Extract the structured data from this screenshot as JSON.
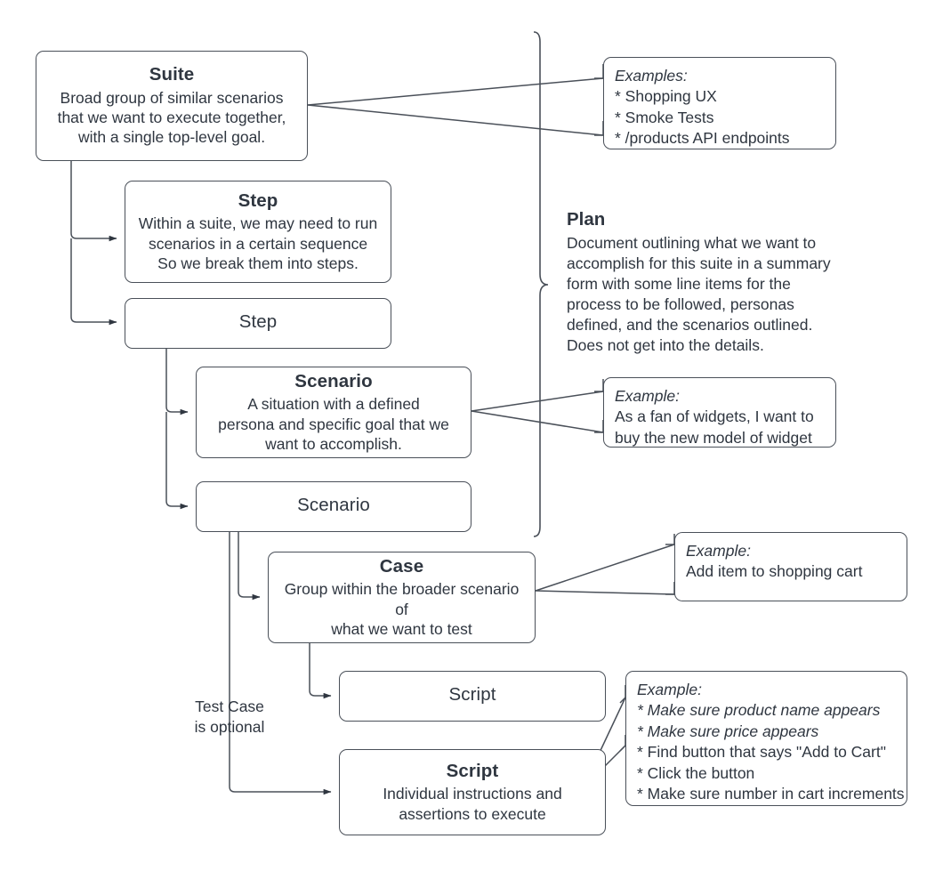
{
  "diagram": {
    "title": "Test Hierarchy: Suite, Step, Scenario, Case, Script",
    "stroke_color": "#4a5059",
    "text_color": "#2f3640",
    "background": "#ffffff"
  },
  "nodes": {
    "suite": {
      "title": "Suite",
      "body_lines": [
        "Broad group of similar scenarios",
        "that we want to execute together,",
        "with a single top-level goal."
      ]
    },
    "step1": {
      "title": "Step",
      "body_lines": [
        "Within a suite, we may need to run",
        "scenarios in a certain sequence",
        "So we break them into steps."
      ]
    },
    "step2": {
      "title": "Step",
      "body_lines": []
    },
    "scenario1": {
      "title": "Scenario",
      "body_lines": [
        "A situation with a defined",
        "persona and specific goal that we",
        "want to accomplish."
      ]
    },
    "scenario2": {
      "title": "Scenario",
      "body_lines": []
    },
    "case": {
      "title": "Case",
      "body_lines": [
        "Group within the broader scenario of",
        "what we want to test"
      ]
    },
    "script1": {
      "title": "Script",
      "body_lines": []
    },
    "script2": {
      "title": "Script",
      "body_lines": [
        "Individual instructions and",
        "assertions to execute"
      ]
    }
  },
  "callouts": {
    "suite_examples": {
      "lead": "Examples:",
      "items": [
        {
          "text": "* Shopping UX",
          "italic": false
        },
        {
          "text": "* Smoke Tests",
          "italic": false
        },
        {
          "text": "* /products API endpoints",
          "italic": false
        }
      ]
    },
    "scenario_example": {
      "lead": "Example:",
      "items": [
        {
          "text": "As a fan of widgets, I want to",
          "italic": false
        },
        {
          "text": "buy the new model of widget",
          "italic": false
        }
      ]
    },
    "case_example": {
      "lead": "Example:",
      "items": [
        {
          "text": "Add item to shopping cart",
          "italic": false
        }
      ]
    },
    "script_example": {
      "lead": "Example:",
      "items": [
        {
          "text": "* Make sure product name appears",
          "italic": true
        },
        {
          "text": "* Make sure price appears",
          "italic": true
        },
        {
          "text": "* Find button that says \"Add to Cart\"",
          "italic": false
        },
        {
          "text": "* Click the button",
          "italic": false
        },
        {
          "text": "* Make sure number in cart increments",
          "italic": false
        }
      ]
    }
  },
  "annotations": {
    "plan": {
      "title": "Plan",
      "body_lines": [
        "Document outlining what we want to",
        "accomplish for this suite in a summary",
        "form with some line items for the",
        "process to be followed, personas",
        "defined, and the scenarios outlined.",
        "Does not get into the details."
      ]
    },
    "test_case_optional": {
      "line1": "Test Case",
      "line2": "is optional"
    }
  }
}
